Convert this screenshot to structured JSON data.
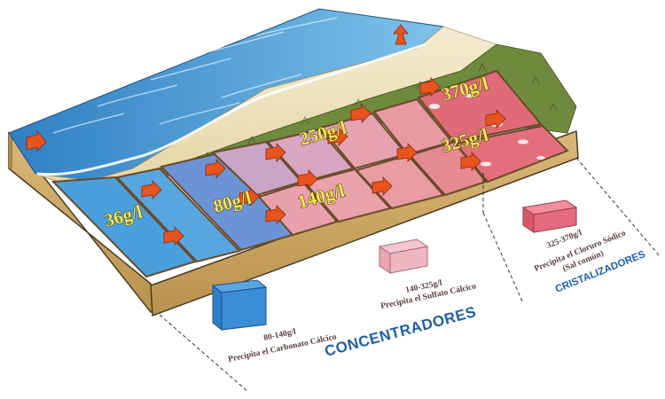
{
  "concentrations": {
    "c1": "36g/l",
    "c2": "80g/l",
    "c3": "140g/l",
    "c4": "250g/l",
    "c5": "325g/l",
    "c6": "370g/l"
  },
  "legend": {
    "blue": {
      "range": "80-140g/l",
      "desc": "Precipita el Carbonato Cálcico"
    },
    "pink": {
      "range": "140-325g/l",
      "desc": "Precipita el Sulfato Cálcico"
    },
    "red": {
      "range": "325-370g/l",
      "desc1": "Precipita el Cloruro Sódico",
      "desc2": "(Sal común)"
    }
  },
  "groups": {
    "concentradores": "CONCENTRADORES",
    "cristalizadores": "CRISTALIZADORES"
  },
  "colors": {
    "sea": "#3f8fd0",
    "blue_pond": "#5e95d3",
    "pink_pond": "#e8a0ad",
    "red_pond": "#e06a78",
    "soil": "#c8a465",
    "label_blue": "#1f5fa8"
  }
}
